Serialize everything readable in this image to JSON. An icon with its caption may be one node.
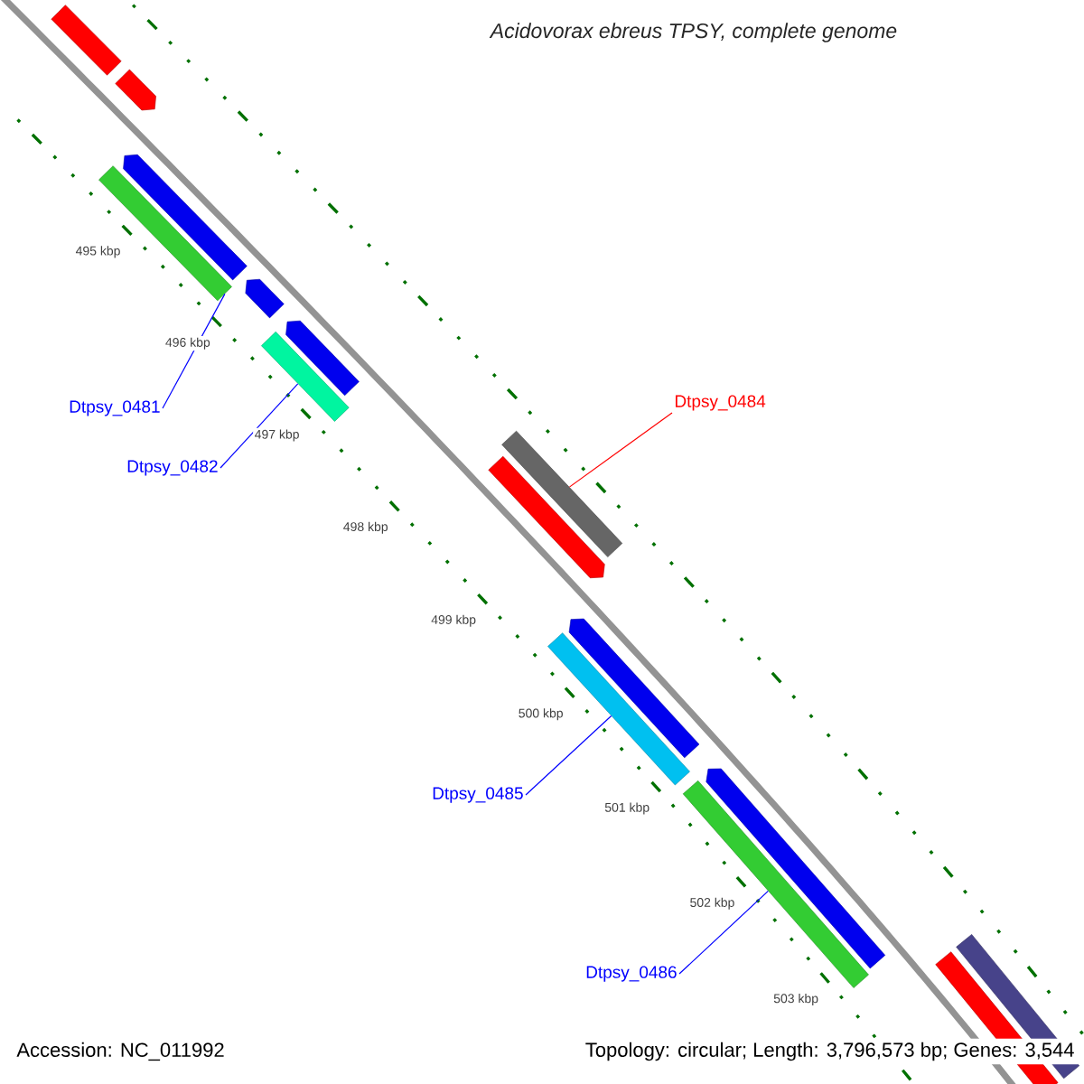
{
  "diagram": {
    "title": "Acidovorax ebreus TPSY, complete genome",
    "nodes": [
      {
        "text": [],
        "shape": "bar"
      },
      {
        "text": [],
        "shape": "bar"
      },
      {
        "text": [],
        "shape": "bar"
      },
      {
        "text": [],
        "shape": "bar"
      },
      {
        "text": [],
        "shape": "bar"
      },
      {
        "text": [],
        "shape": "bar"
      },
      {
        "text": [
          "Dtpsy_0481"
        ]
      },
      {
        "text": [],
        "shape": "bar"
      },
      {
        "text": [
          "Dtpsy_0482"
        ]
      },
      {
        "text": [
          "Dtpsy_0484"
        ]
      },
      {
        "text": [],
        "shape": "bar"
      },
      {
        "text": [],
        "shape": "bar"
      },
      {
        "text": [],
        "shape": "bar"
      },
      {
        "text": [],
        "shape": "bar"
      },
      {
        "text": [
          "Dtpsy_0485"
        ]
      },
      {
        "text": [],
        "shape": "bar"
      },
      {
        "text": [],
        "shape": "bar"
      },
      {
        "text": [
          "Dtpsy_0486"
        ]
      },
      {
        "text": [],
        "shape": "bar"
      },
      {
        "text": [],
        "shape": "bar"
      }
    ],
    "edges": [
      {
        "from": 6,
        "to": 3,
        "arrow": "none"
      },
      {
        "from": 8,
        "to": 7,
        "arrow": "none"
      },
      {
        "from": 9,
        "to": 10,
        "arrow": "none",
        "color": "#ff0000"
      },
      {
        "from": 14,
        "to": 13,
        "arrow": "none"
      },
      {
        "from": 17,
        "to": 15,
        "arrow": "none"
      }
    ],
    "labels": [
      "495 kbp",
      "496 kbp",
      "497 kbp",
      "498 kbp",
      "499 kbp",
      "500 kbp",
      "501 kbp",
      "502 kbp",
      "503 kbp",
      "Accession: NC_011992",
      "Topology: circular; Length: 3,796,573 bp; Genes: 3,544"
    ]
  }
}
